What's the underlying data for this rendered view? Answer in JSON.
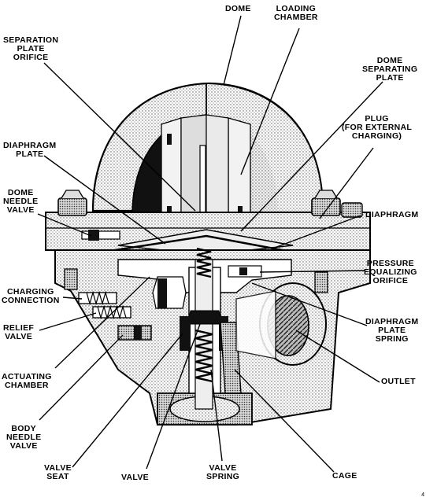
{
  "labels": {
    "dome": "DOME",
    "loading_chamber": "LOADING\nCHAMBER",
    "separation_plate_orifice": "SEPARATION\nPLATE\nORIFICE",
    "dome_separating_plate": "DOME\nSEPARATING\nPLATE",
    "plug": "PLUG\n(FOR EXTERNAL\nCHARGING)",
    "diaphragm_plate": "DIAPHRAGM\nPLATE",
    "dome_needle_valve": "DOME\nNEEDLE\nVALVE",
    "diaphragm": "DIAPHRAGM",
    "pressure_equalizing_orifice": "PRESSURE\nEQUALIZING\nORIFICE",
    "charging_connection": "CHARGING\nCONNECTION",
    "relief_valve": "RELIEF\nVALVE",
    "diaphragm_plate_spring": "DIAPHRAGM\nPLATE\nSPRING",
    "actuating_chamber": "ACTUATING\nCHAMBER",
    "outlet": "OUTLET",
    "body_needle_valve": "BODY\nNEEDLE\nVALVE",
    "valve_seat": "VALVE\nSEAT",
    "valve": "VALVE",
    "valve_spring": "VALVE\nSPRING",
    "cage": "CAGE"
  },
  "figure_number": "4"
}
